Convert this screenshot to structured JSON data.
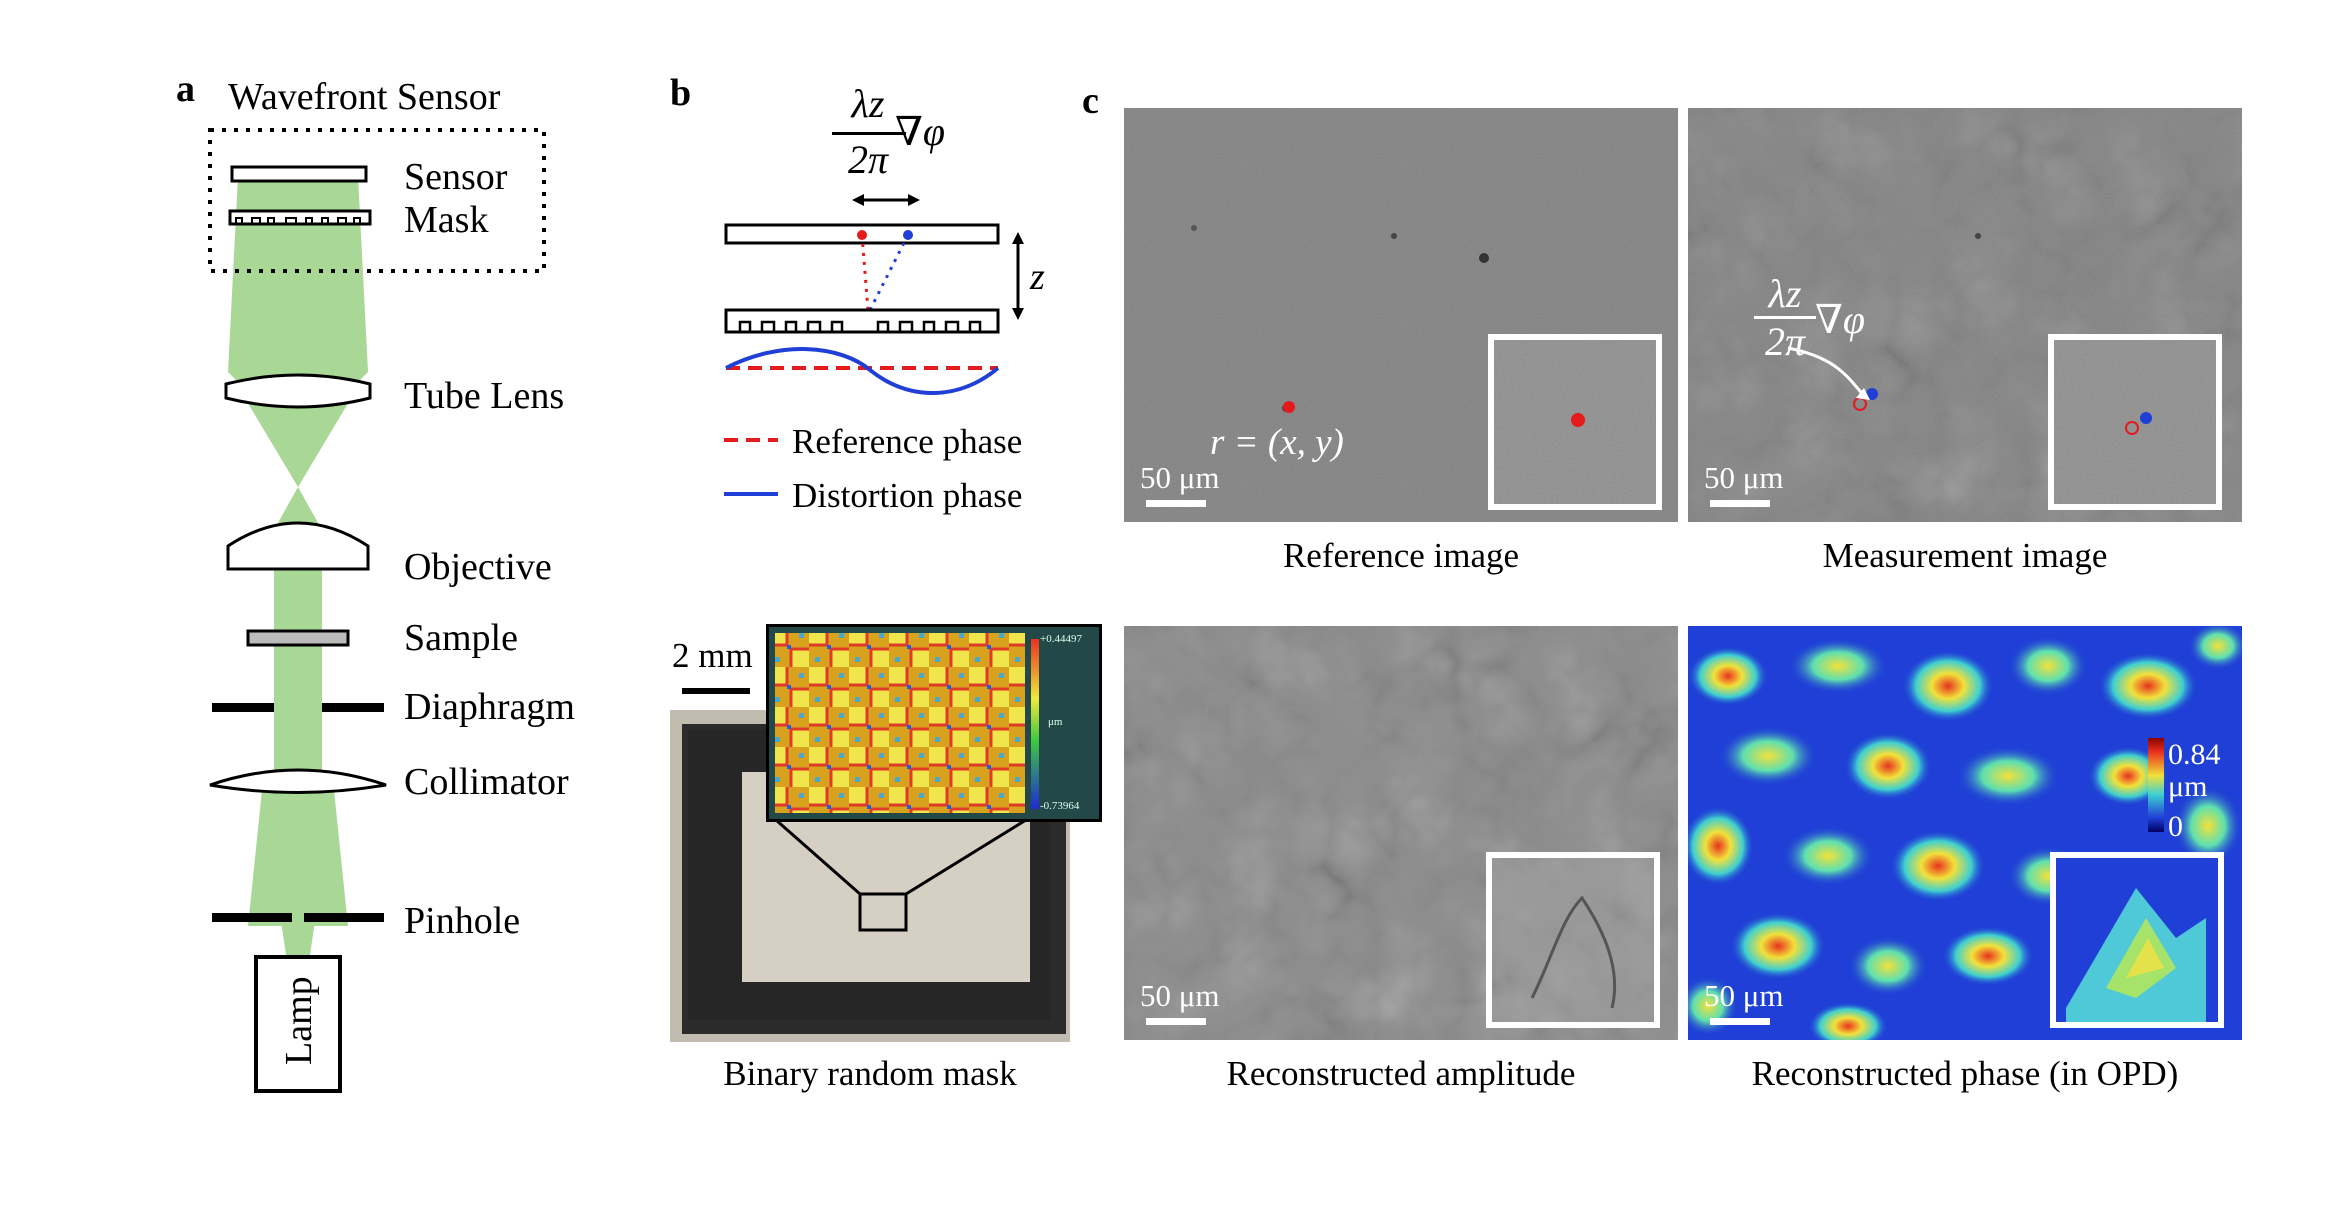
{
  "panel_a": {
    "letter": "a",
    "title": "Wavefront Sensor",
    "labels": {
      "sensor": "Sensor",
      "mask": "Mask",
      "tube_lens": "Tube Lens",
      "objective": "Objective",
      "sample": "Sample",
      "diaphragm": "Diaphragm",
      "collimator": "Collimator",
      "pinhole": "Pinhole",
      "lamp": "Lamp"
    }
  },
  "panel_b": {
    "letter": "b",
    "formula": {
      "numerator": "λz",
      "denominator": "2π",
      "gradient": "∇φ"
    },
    "z_label": "z",
    "legend": {
      "reference": "Reference phase",
      "distortion": "Distortion phase"
    },
    "mask_photo": {
      "scalebar": "2 mm",
      "colorbar_max": "+0.44497",
      "colorbar_unit": "μm",
      "colorbar_min": "-0.73964",
      "caption": "Binary random mask"
    }
  },
  "panel_c": {
    "letter": "c",
    "reference_image": {
      "caption": "Reference image",
      "scalebar": "50 μm",
      "position_label": "r = (x, y)"
    },
    "measurement_image": {
      "caption": "Measurement image",
      "scalebar": "50 μm",
      "formula": {
        "numerator": "λz",
        "denominator": "2π",
        "gradient": "∇φ"
      }
    },
    "amplitude_image": {
      "caption": "Reconstructed amplitude",
      "scalebar": "50 μm"
    },
    "phase_image": {
      "caption": "Reconstructed phase (in OPD)",
      "scalebar": "50 μm",
      "colorbar_max": "0.84",
      "colorbar_unit": "μm",
      "colorbar_min": "0"
    }
  },
  "colors": {
    "beam": "#a9d796",
    "reference_phase": "#e41a1c",
    "distortion_phase": "#1f3fd6",
    "micro_gray": "#7a7a7a",
    "phase_background": "#1f3fd6"
  }
}
